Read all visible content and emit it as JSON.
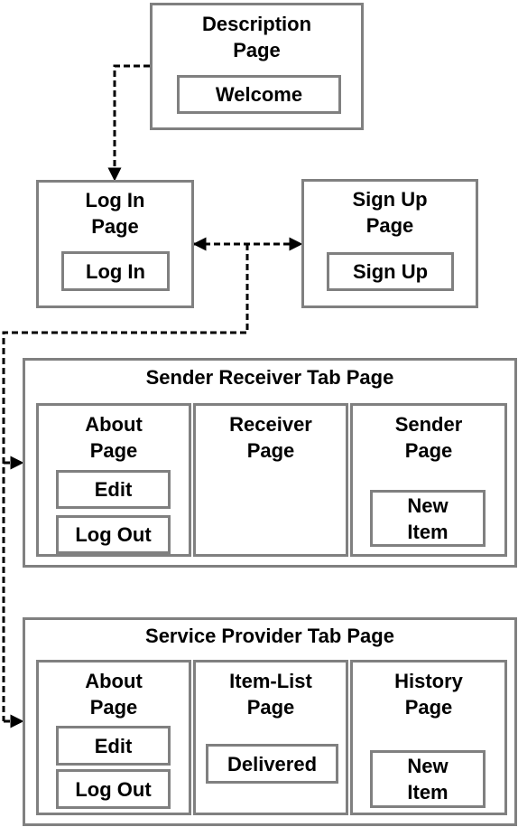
{
  "description_page": {
    "title": "Description\nPage",
    "button": "Welcome"
  },
  "login_page": {
    "title": "Log In\nPage",
    "button": "Log In"
  },
  "signup_page": {
    "title": "Sign Up\nPage",
    "button": "Sign Up"
  },
  "sender_receiver_tab": {
    "title": "Sender Receiver Tab Page",
    "about": {
      "title": "About\nPage",
      "edit": "Edit",
      "logout": "Log Out"
    },
    "receiver": {
      "title": "Receiver\nPage"
    },
    "sender": {
      "title": "Sender\nPage",
      "new_item": "New\nItem"
    }
  },
  "service_provider_tab": {
    "title": "Service Provider Tab Page",
    "about": {
      "title": "About\nPage",
      "edit": "Edit",
      "logout": "Log Out"
    },
    "item_list": {
      "title": "Item-List\nPage",
      "delivered": "Delivered"
    },
    "history": {
      "title": "History\nPage",
      "new_item": "New\nItem"
    }
  },
  "colors": {
    "border": "#808080",
    "line": "#000000"
  }
}
